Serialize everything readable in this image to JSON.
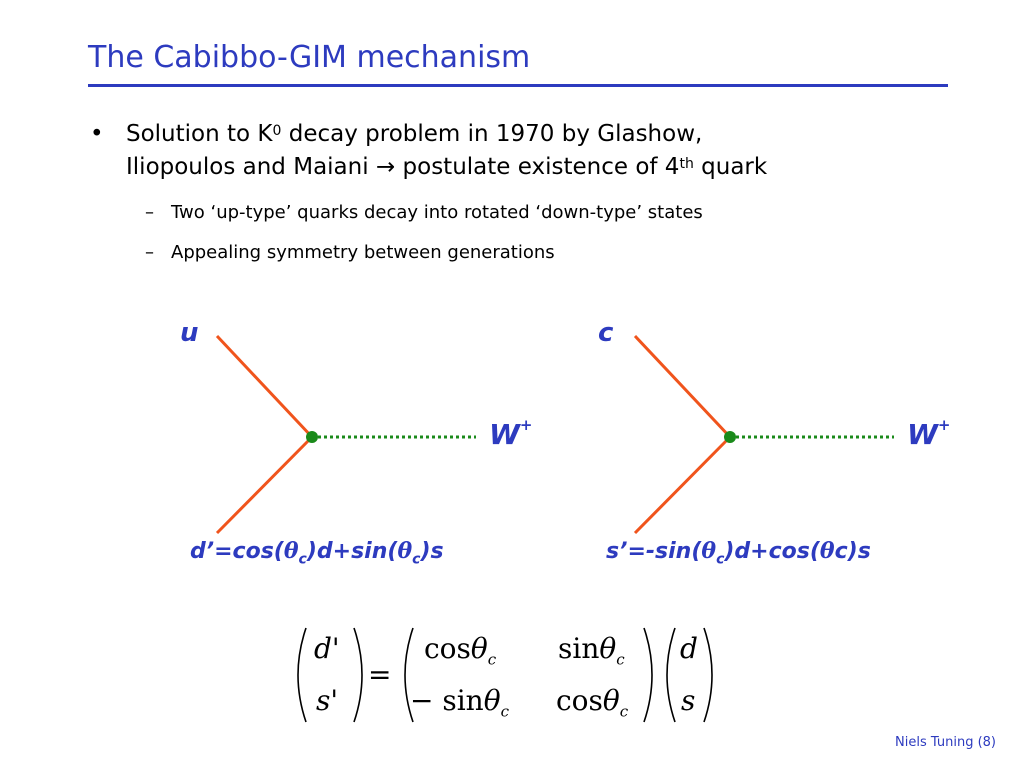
{
  "slide": {
    "title": "The Cabibbo-GIM mechanism",
    "bullet": {
      "line1_a": "Solution to K",
      "line1_sup": "0",
      "line1_b": " decay problem in 1970 by Glashow,",
      "line2_a": "Iliopoulos and Maiani ",
      "arrow": "→",
      "line2_b": " postulate existence of 4",
      "line2_sup": "th",
      "line2_c": " quark"
    },
    "subbullets": [
      "Two ‘up-type’ quarks decay into rotated ‘down-type’ states",
      "Appealing symmetry between generations"
    ],
    "footer": "Niels Tuning (8)"
  },
  "diagrams": {
    "left": {
      "top_quark": "u",
      "boson": "W",
      "boson_charge": "+",
      "bottom_label": {
        "p1": "d’=cos(",
        "theta1": "θ",
        "sub1": "c",
        "p2": ")d+sin(",
        "theta2": "θ",
        "sub2": "c",
        "p3": ")s"
      }
    },
    "right": {
      "top_quark": "c",
      "boson": "W",
      "boson_charge": "+",
      "bottom_label": {
        "p1": "s’=-sin(",
        "theta1": "θ",
        "sub1": "c",
        "p2": ")d+cos(",
        "theta2": "θ",
        "p3": "c)s"
      }
    },
    "colors": {
      "quark_line": "#f0541c",
      "boson_line": "#1a8a1a",
      "label": "#2d3bbf"
    }
  },
  "equation": {
    "lhs": [
      "d'",
      "s'"
    ],
    "equals": "=",
    "matrix": [
      {
        "fn": "cos",
        "theta": "θ",
        "sub": "c"
      },
      {
        "fn": "sin",
        "theta": "θ",
        "sub": "c"
      },
      {
        "fn": "− sin",
        "theta": "θ",
        "sub": "c"
      },
      {
        "fn": "cos",
        "theta": "θ",
        "sub": "c"
      }
    ],
    "rhs": [
      "d",
      "s"
    ]
  }
}
